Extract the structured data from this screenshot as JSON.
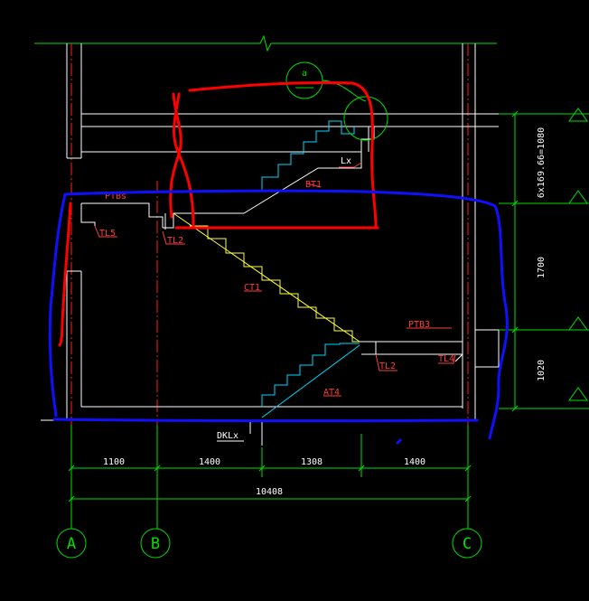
{
  "colors": {
    "background": "#000000",
    "structure": "#ffffff",
    "axis": "#ff2020",
    "dimension": "#00e000",
    "stair_cyan": "#00d8ff",
    "stair_yellow": "#ffff30",
    "label": "#ff3a3a",
    "markup_red": "#ff0000",
    "markup_blue": "#1010ff"
  },
  "labels": {
    "ptbs": "PTBs",
    "tl5": "TL5",
    "tl2_upper": "TL2",
    "lx_top": "Lx",
    "bt1": "BT1",
    "ct1": "CT1",
    "ptb3": "PTB3",
    "tl2_lower": "TL2",
    "tl4": "TL4",
    "at4": "AT4",
    "dklx": "DKLx"
  },
  "section_marker": "a",
  "dimensions": {
    "segments": [
      "1100",
      "1400",
      "1308",
      "1400"
    ],
    "total": "10408",
    "right": [
      "6x169.66=1080",
      "1700",
      "1020"
    ]
  },
  "axes": [
    "A",
    "B",
    "C"
  ]
}
